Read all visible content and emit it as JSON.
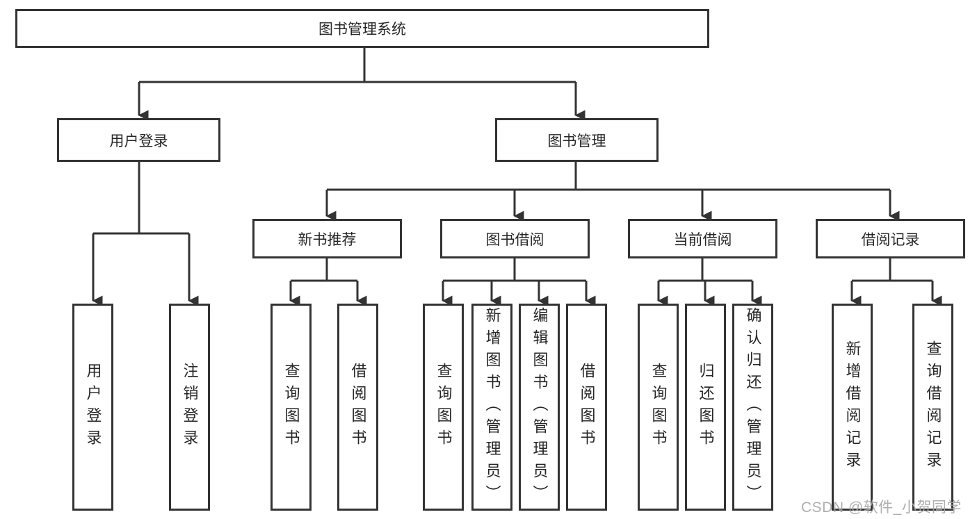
{
  "tree": {
    "label": "图书管理系统",
    "children": [
      {
        "label": "用户登录",
        "children": [
          {
            "label": "用户登录"
          },
          {
            "label": "注销登录"
          }
        ]
      },
      {
        "label": "图书管理",
        "children": [
          {
            "label": "新书推荐",
            "children": [
              {
                "label": "查询图书"
              },
              {
                "label": "借阅图书"
              }
            ]
          },
          {
            "label": "图书借阅",
            "children": [
              {
                "label": "查询图书"
              },
              {
                "label": "新增图书（管理员）"
              },
              {
                "label": "编辑图书（管理员）"
              },
              {
                "label": "借阅图书"
              }
            ]
          },
          {
            "label": "当前借阅",
            "children": [
              {
                "label": "查询图书"
              },
              {
                "label": "归还图书"
              },
              {
                "label": "确认归还（管理员）"
              }
            ]
          },
          {
            "label": "借阅记录",
            "children": [
              {
                "label": "新增借阅记录"
              },
              {
                "label": "查询借阅记录"
              }
            ]
          }
        ]
      }
    ]
  },
  "watermark": "CSDN @软件_小贺同学",
  "colors": {
    "line": "#333333",
    "box_border": "#333333",
    "text": "#262626",
    "background": "#ffffff",
    "watermark": "#a6a6a6"
  }
}
